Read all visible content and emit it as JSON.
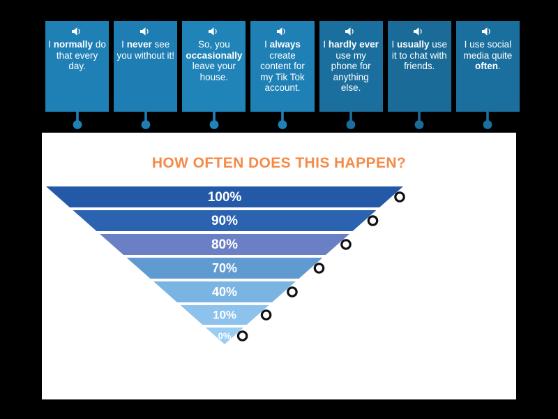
{
  "cards": [
    {
      "id": "card-1",
      "icon": "speaker-icon",
      "parts": [
        {
          "text": "I ",
          "bold": false
        },
        {
          "text": "normally",
          "bold": true
        },
        {
          "text": " do that every day.",
          "bold": false
        }
      ],
      "plain": "I normally do that every day."
    },
    {
      "id": "card-2",
      "icon": "speaker-icon",
      "parts": [
        {
          "text": "I ",
          "bold": false
        },
        {
          "text": "never",
          "bold": true
        },
        {
          "text": " see you without it!",
          "bold": false
        }
      ],
      "plain": "I never see you without it!"
    },
    {
      "id": "card-3",
      "icon": "speaker-icon",
      "parts": [
        {
          "text": "So, you ",
          "bold": false
        },
        {
          "text": "occasionally",
          "bold": true
        },
        {
          "text": " leave your house.",
          "bold": false
        }
      ],
      "plain": "So, you occasionally leave your house."
    },
    {
      "id": "card-4",
      "icon": "speaker-icon",
      "parts": [
        {
          "text": "I ",
          "bold": false
        },
        {
          "text": "always",
          "bold": true
        },
        {
          "text": " create content for my Tik Tok account.",
          "bold": false
        }
      ],
      "plain": "I always create content for my Tik Tok account."
    },
    {
      "id": "card-5",
      "icon": "speaker-icon",
      "parts": [
        {
          "text": "I ",
          "bold": false
        },
        {
          "text": "hardly ever",
          "bold": true
        },
        {
          "text": " use my phone for anything else.",
          "bold": false
        }
      ],
      "plain": "I hardly ever use my phone for anything else."
    },
    {
      "id": "card-6",
      "icon": "speaker-icon",
      "parts": [
        {
          "text": "I ",
          "bold": false
        },
        {
          "text": "usually",
          "bold": true
        },
        {
          "text": " use it to chat with friends.",
          "bold": false
        }
      ],
      "plain": "I usually use it to chat with friends."
    },
    {
      "id": "card-7",
      "icon": "speaker-icon",
      "parts": [
        {
          "text": "I use social media quite ",
          "bold": false
        },
        {
          "text": "often",
          "bold": true
        },
        {
          "text": ".",
          "bold": false
        }
      ],
      "plain": "I use social media quite often."
    }
  ],
  "panel": {
    "title": "HOW OFTEN DOES THIS HAPPEN?",
    "title_color": "#f58a47",
    "background": "#ffffff"
  },
  "chart_data": {
    "type": "funnel",
    "title": "HOW OFTEN DOES THIS HAPPEN?",
    "xlabel": "",
    "ylabel": "",
    "categories": [
      "100%",
      "90%",
      "80%",
      "70%",
      "40%",
      "10%",
      "0%"
    ],
    "values": [
      100,
      90,
      80,
      70,
      40,
      10,
      0
    ],
    "labels": [
      "100%",
      "90%",
      "80%",
      "70%",
      "40%",
      "10%",
      "0%"
    ],
    "colors": [
      "#2459a8",
      "#2c63b0",
      "#6b7fc4",
      "#5f9bd1",
      "#7ab4e2",
      "#8cc2ec",
      "#9acdf2"
    ],
    "marker_style": "white-circle-black-outline",
    "marker_count": 7,
    "legend": "none",
    "grid": false
  },
  "colors": {
    "card_blue": "#1f7fb5",
    "background": "#000000",
    "accent_orange": "#f58a47",
    "marker_fill": "#ffffff",
    "marker_stroke": "#111111"
  }
}
